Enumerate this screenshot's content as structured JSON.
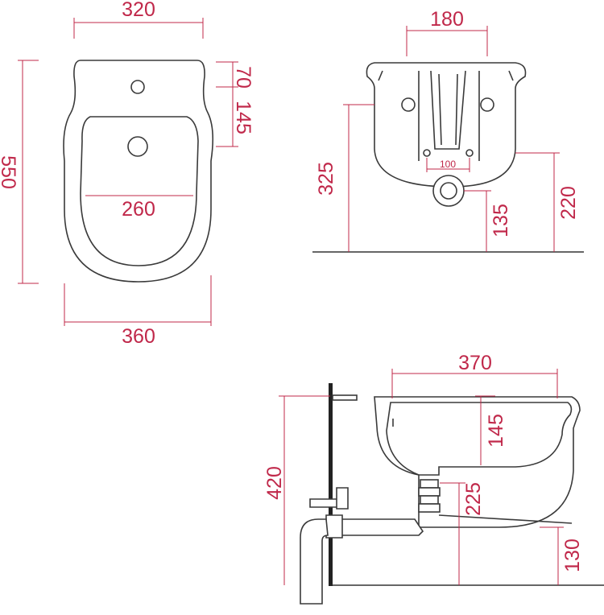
{
  "top_view": {
    "width_top": "320",
    "depth_tap": "70",
    "depth_drain": "145",
    "length": "550",
    "bowl_width": "260",
    "width_bottom": "360"
  },
  "front_view": {
    "fixing_distance": "180",
    "height_total": "325",
    "outlet_spacing": "100",
    "drain_height": "135",
    "fixing_height": "220"
  },
  "side_view": {
    "depth": "370",
    "bowl_depth": "145",
    "height": "420",
    "trap_height": "225",
    "inlet_height": "130"
  }
}
